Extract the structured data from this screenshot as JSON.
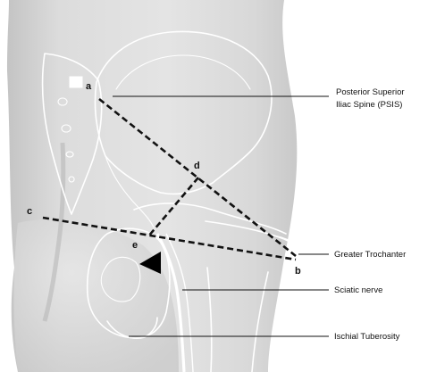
{
  "points": {
    "a": "a",
    "b": "b",
    "c": "c",
    "d": "d",
    "e": "e"
  },
  "labels": {
    "psis_line1": "Posterior Superior",
    "psis_line2": "Iliac Spine (PSIS)",
    "greater_trochanter": "Greater Trochanter",
    "sciatic_nerve": "Sciatic nerve",
    "ischial_tuberosity": "Ischial Tuberosity"
  },
  "colors": {
    "background_white": "#ffffff",
    "skin_light": "#e2e2e2",
    "skin_mid": "#cfcfcf",
    "skin_shadow": "#bdbdbd",
    "bone_outline": "#ffffff",
    "dashed_lines": "#111111",
    "text": "#111111"
  },
  "icons": {
    "injection_marker": "black-triangle-icon"
  }
}
